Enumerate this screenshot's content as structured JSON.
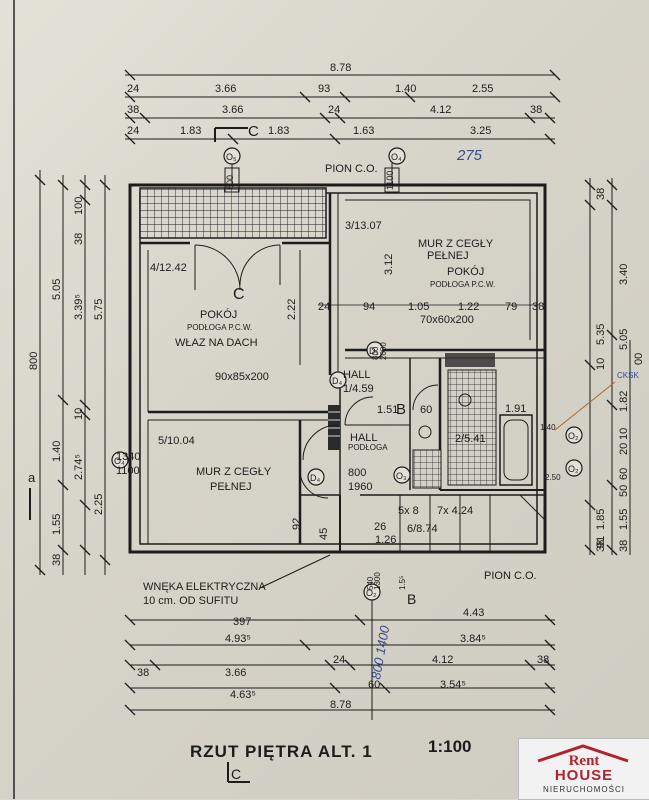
{
  "title": "RZUT PIĘTRA ALT. 1",
  "scale": "1:100",
  "section_marker": "C",
  "top_dims": {
    "row1": [
      "8.78"
    ],
    "row2": [
      "3.66",
      "93",
      "1.40",
      "2.55"
    ],
    "row3": [
      "38",
      "3.66",
      "24",
      "4.12",
      "38"
    ],
    "row4": [
      "24",
      "1.83",
      "1.83",
      "1.63",
      "3.25"
    ],
    "handwritten": "275",
    "row2_left": "24"
  },
  "bottom_dims": {
    "row1": [
      "397",
      "4.43"
    ],
    "row2": [
      "4.93⁵",
      "3.84⁵"
    ],
    "row3": [
      "38",
      "3.66",
      "24",
      "4.12",
      "38"
    ],
    "row4": [
      "4.63⁵",
      "60",
      "3.54⁵"
    ],
    "row5": [
      "8.78"
    ],
    "handwritten": "800 1400"
  },
  "left_dims": {
    "col1": [
      "800"
    ],
    "col2": [
      "5.05",
      "1.40",
      "2.25",
      "38"
    ],
    "col3": [
      "38",
      "3.39⁵",
      "10",
      "2.74⁵",
      "1.55",
      "38"
    ],
    "col4": [
      "100",
      "38"
    ],
    "col5": [
      "5.75"
    ],
    "axis": "a"
  },
  "right_dims": {
    "col1": [
      "38",
      "3.40",
      "5.05",
      "1.82",
      "10",
      "20",
      "60",
      "50",
      "1.55",
      "38"
    ],
    "col2": [
      "5.35",
      "10",
      "1.85",
      "91",
      "38"
    ],
    "col3": [
      "00",
      "CKSK"
    ]
  },
  "rooms": [
    {
      "code": "4/12.42",
      "name": "POKÓJ",
      "floor": "PODŁOGA P.C.W.",
      "extra": "WŁAZ NA DACH",
      "mark": "C"
    },
    {
      "code": "3/13.07",
      "name": "MUR Z CEGŁY PEŁNEJ",
      "floor": "PODŁOGA P.C.W.",
      "extra": "POKÓJ",
      "mark": ""
    },
    {
      "code": "5/10.04",
      "name": "MUR Z CEGŁY PEŁNEJ",
      "floor": "",
      "extra": "",
      "mark": ""
    },
    {
      "code": "2/5.41",
      "name": "",
      "floor": "",
      "extra": "",
      "mark": ""
    },
    {
      "code": "1/4.59",
      "name": "HALL",
      "floor": "",
      "extra": "",
      "mark": ""
    },
    {
      "code": "6/8.74",
      "name": "",
      "floor": "",
      "extra": "",
      "mark": ""
    }
  ],
  "labels": {
    "pion_top": "PION C.O.",
    "pion_bottom": "PION C.O.",
    "hall_small": "HALL",
    "hall_small_sub": "PODŁOGA",
    "wneka": "WNĘKA ELEKTRYCZNA",
    "wneka_sub": "10 cm. OD SUFITU",
    "window_90": "90x85x200",
    "window_70": "70x60x200",
    "mur_cegly_1": "MUR Z CEGŁY",
    "pelnej_1": "PEŁNEJ",
    "pokoj_1": "POKÓJ",
    "podloga_1": "PODŁOGA P.C.W.",
    "wlaz": "WŁAZ NA DACH",
    "pokoj_2": "POKÓJ",
    "podloga_2": "PODŁOGA P.C.W.",
    "mur_cegly_2": "MUR Z CEGŁY",
    "pelnej_2": "PEŁNEJ",
    "hall_big": "HALL",
    "hall_area": "1/4.59",
    "room4_code": "4/12.42",
    "room3_code": "3/13.07",
    "room5_code": "5/10.04",
    "room2_code": "2/5.41",
    "room6_code": "6/8.74",
    "room7_code": "7x 4.24",
    "room5x": "5x 8",
    "d1": "D₁",
    "d4a": "D₄",
    "d4b": "D₄",
    "d4c": "D₄",
    "o5": "O₅",
    "o4": "O₄",
    "o4_left": "O₄",
    "o2a": "O₂",
    "o2b": "O₂",
    "o2c": "O₂",
    "o3": "O₃",
    "b_mark": "B",
    "b_mark_bot": "B",
    "c_mark_top": "C",
    "c_mark_bot": "C",
    "c_room": "C"
  },
  "interior_dims": {
    "a": [
      "2.22",
      "3.12",
      "24",
      "94",
      "1.05",
      "1.22",
      "79",
      "38"
    ],
    "b": [
      "1.51",
      "60",
      "1.91",
      "1340",
      "1100",
      "800",
      "1960",
      "92",
      "45",
      "26",
      "1.26",
      "4.5"
    ],
    "c": [
      "800",
      "2000",
      "900",
      "1100",
      "540",
      "1300",
      "1.5⁵",
      "1.40",
      "2.50"
    ]
  },
  "logo": {
    "line1": "Rent",
    "line2": "HOUSE",
    "line3": "NIERUCHOMOŚCI"
  }
}
